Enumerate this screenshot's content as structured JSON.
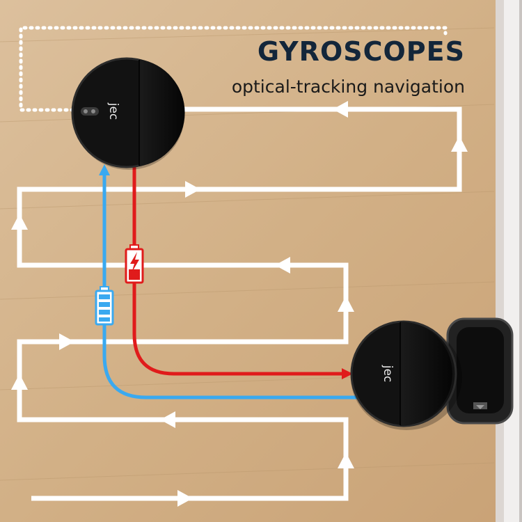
{
  "heading": {
    "title": "GYROSCOPES",
    "subtitle": "optical-tracking navigation"
  },
  "devices": {
    "brand_text": "jec"
  },
  "colors": {
    "path_white": "#ffffff",
    "charge_path": "#e01b1b",
    "battery_path": "#3aa9f0",
    "floor": "#d8b78f",
    "wall": "#efeceb",
    "robot_body": "#111111"
  },
  "icons": {
    "charging_battery": "battery-charging-icon",
    "full_battery": "battery-full-icon",
    "path_arrow": "triangle-arrow-icon"
  }
}
